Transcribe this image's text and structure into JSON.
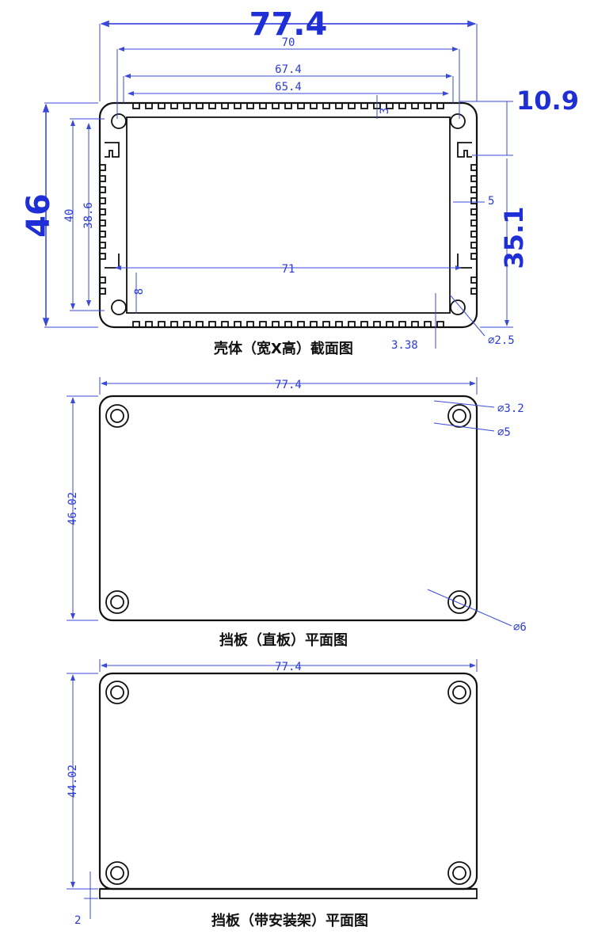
{
  "section1": {
    "caption": "壳体（宽X高）截面图",
    "dims": {
      "w_outer": "77.4",
      "w_70": "70",
      "w_674": "67.4",
      "w_654": "65.4",
      "fin_3": "3",
      "h_46": "46",
      "h_40": "40",
      "h_386": "38.6",
      "w_71": "71",
      "h_8": "8",
      "r_109": "10.9",
      "slot_5": "5",
      "r_351": "35.1",
      "d_338": "3.38",
      "d_25": "⌀2.5"
    }
  },
  "section2": {
    "caption": "挡板（直板）平面图",
    "dims": {
      "width": "77.4",
      "height": "46.02",
      "hole_32": "⌀3.2",
      "hole_5": "⌀5",
      "hole_6": "⌀6"
    }
  },
  "section3": {
    "caption": "挡板（带安装架）平面图",
    "dims": {
      "width": "77.4",
      "height": "44.02",
      "ledge": "2"
    }
  }
}
